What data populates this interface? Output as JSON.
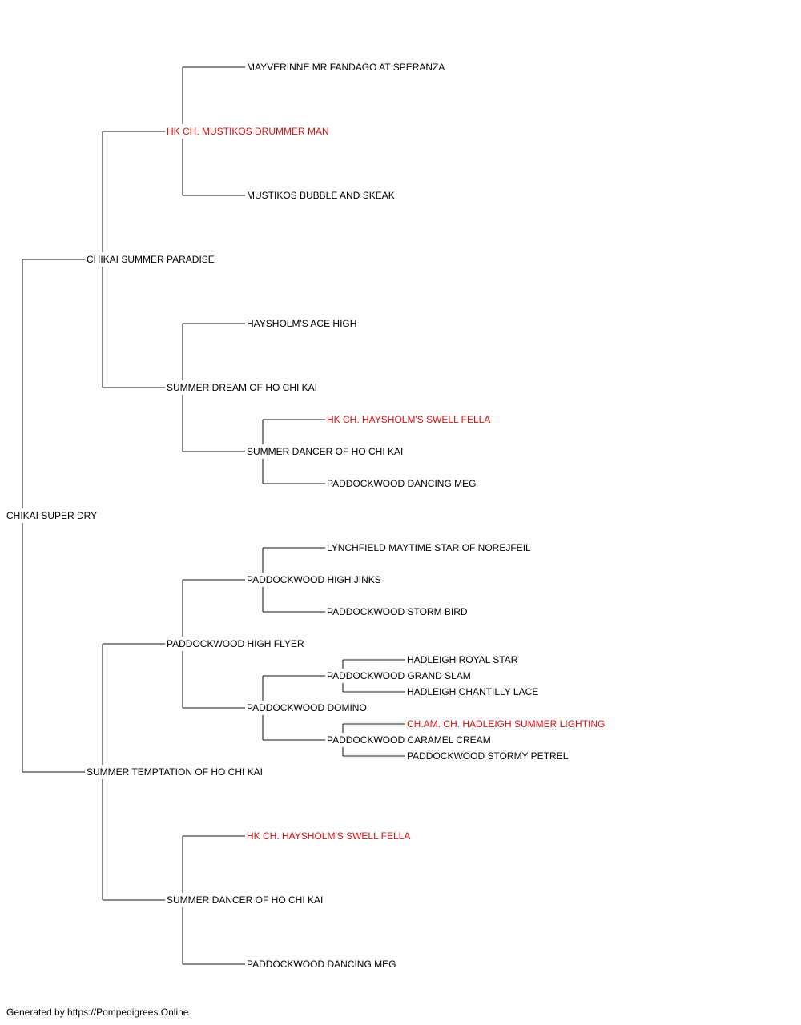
{
  "pedigree": {
    "name": "CHIKAI SUPER DRY",
    "sire": {
      "name": "CHIKAI SUMMER PARADISE",
      "sire": {
        "name": "HK CH. MUSTIKOS DRUMMER MAN",
        "highlight": true,
        "sire": {
          "name": "MAYVERINNE MR FANDAGO AT SPERANZA"
        },
        "dam": {
          "name": "MUSTIKOS BUBBLE AND SKEAK"
        }
      },
      "dam": {
        "name": "SUMMER DREAM OF HO CHI KAI",
        "sire": {
          "name": "HAYSHOLM'S ACE HIGH"
        },
        "dam": {
          "name": "SUMMER DANCER OF HO CHI KAI",
          "sire": {
            "name": "HK CH. HAYSHOLM'S SWELL FELLA",
            "highlight": true
          },
          "dam": {
            "name": "PADDOCKWOOD DANCING MEG"
          }
        }
      }
    },
    "dam": {
      "name": "SUMMER TEMPTATION OF HO CHI KAI",
      "sire": {
        "name": "PADDOCKWOOD HIGH FLYER",
        "sire": {
          "name": "PADDOCKWOOD HIGH JINKS",
          "sire": {
            "name": "LYNCHFIELD MAYTIME STAR OF NOREJFEIL"
          },
          "dam": {
            "name": "PADDOCKWOOD STORM BIRD"
          }
        },
        "dam": {
          "name": "PADDOCKWOOD DOMINO",
          "sire": {
            "name": "PADDOCKWOOD GRAND SLAM",
            "sire": {
              "name": "HADLEIGH ROYAL STAR"
            },
            "dam": {
              "name": "HADLEIGH CHANTILLY LACE"
            }
          },
          "dam": {
            "name": "PADDOCKWOOD CARAMEL CREAM",
            "sire": {
              "name": "CH.AM. CH. HADLEIGH SUMMER LIGHTING",
              "highlight": true
            },
            "dam": {
              "name": "PADDOCKWOOD STORMY PETREL"
            }
          }
        }
      },
      "dam": {
        "name": "SUMMER DANCER OF HO CHI KAI",
        "sire": {
          "name": "HK CH. HAYSHOLM'S SWELL FELLA",
          "highlight": true
        },
        "dam": {
          "name": "PADDOCKWOOD DANCING MEG"
        }
      }
    }
  },
  "footer": "Generated by https://Pompedigrees.Online",
  "colors": {
    "normal": "#000000",
    "highlight": "#e01010",
    "line": "#444444"
  }
}
